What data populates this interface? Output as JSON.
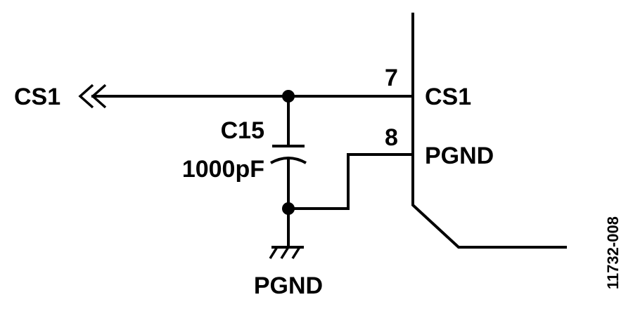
{
  "diagram": {
    "net_label": "CS1",
    "component": {
      "ref": "C15",
      "value": "1000pF"
    },
    "pins": [
      {
        "number": "7",
        "name": "CS1"
      },
      {
        "number": "8",
        "name": "PGND"
      }
    ],
    "ground_label": "PGND",
    "figure_id": "11732-008"
  }
}
